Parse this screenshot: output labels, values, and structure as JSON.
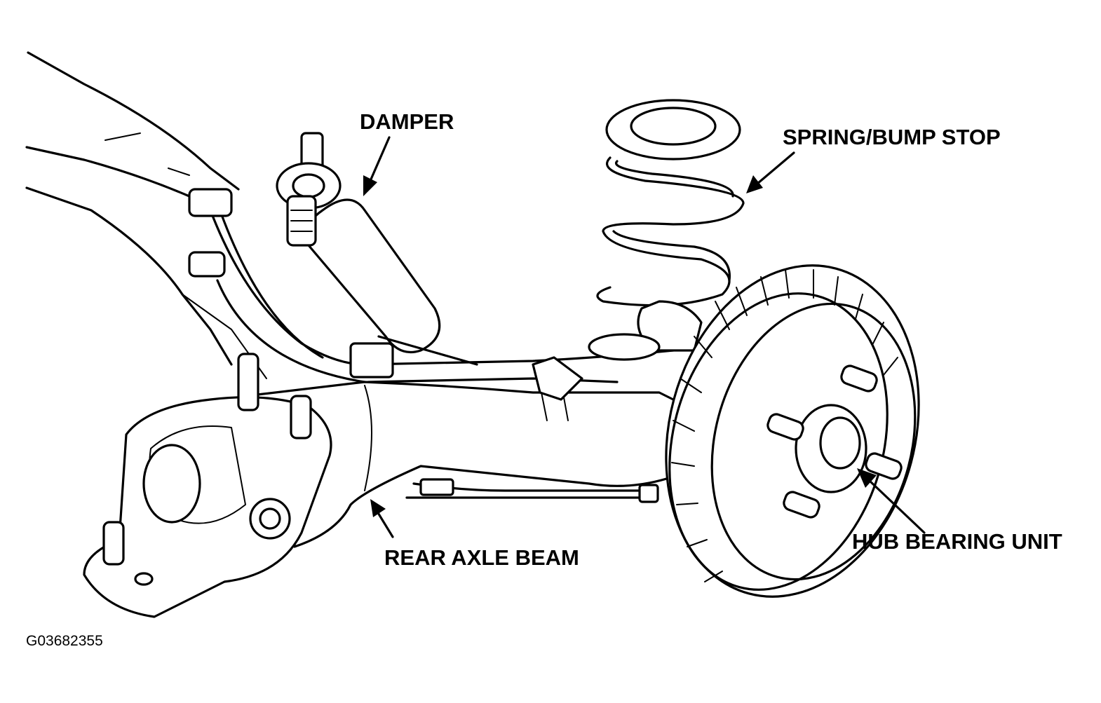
{
  "labels": {
    "damper": "DAMPER",
    "spring_bump_stop": "SPRING/BUMP STOP",
    "rear_axle_beam": "REAR AXLE BEAM",
    "hub_bearing_unit": "HUB BEARING UNIT"
  },
  "figure_id": "G03682355"
}
